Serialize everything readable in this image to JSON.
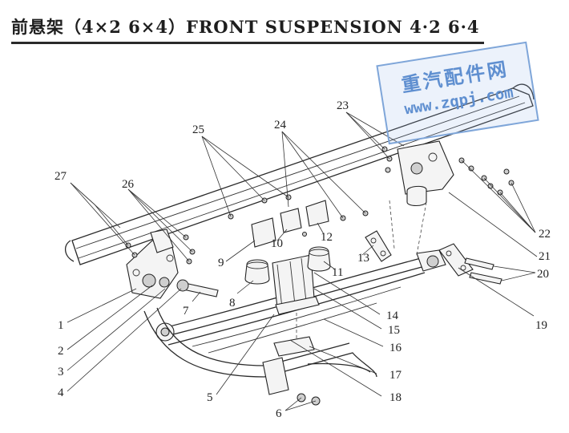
{
  "title": "前悬架（4×2 6×4）FRONT SUSPENSION 4·2 6·4",
  "watermark": {
    "cn": "重汽配件网",
    "url": "www.zqpj.com"
  },
  "callouts": [
    "1",
    "2",
    "3",
    "4",
    "5",
    "6",
    "7",
    "8",
    "9",
    "10",
    "11",
    "12",
    "13",
    "14",
    "15",
    "16",
    "17",
    "18",
    "19",
    "20",
    "21",
    "22",
    "23",
    "24",
    "25",
    "26",
    "27"
  ]
}
